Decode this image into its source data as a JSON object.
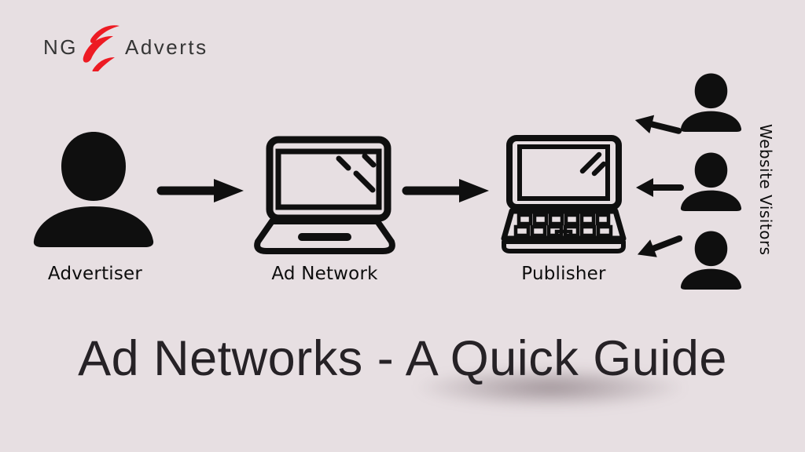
{
  "colors": {
    "background": "#e7dfe2",
    "ink": "#0f0f0f",
    "red": "#ed1b23",
    "logo_text": "#353535"
  },
  "logo": {
    "text_left": "NG",
    "text_right": "Adverts",
    "icon": "red-swoosh-icon"
  },
  "diagram": {
    "advertiser": {
      "label": "Advertiser",
      "icon": "person-icon"
    },
    "ad_network": {
      "label": "Ad Network",
      "icon": "laptop-icon"
    },
    "publisher": {
      "label": "Publisher",
      "icon": "laptop-keyboard-icon"
    },
    "flow": [
      "advertiser-to-ad-network",
      "ad-network-to-publisher"
    ],
    "visitors": {
      "label": "Website Visitors",
      "count": 3,
      "icon": "person-icon",
      "arrows_point": "toward-publisher"
    }
  },
  "title": {
    "text": "Ad Networks - A Quick Guide"
  }
}
